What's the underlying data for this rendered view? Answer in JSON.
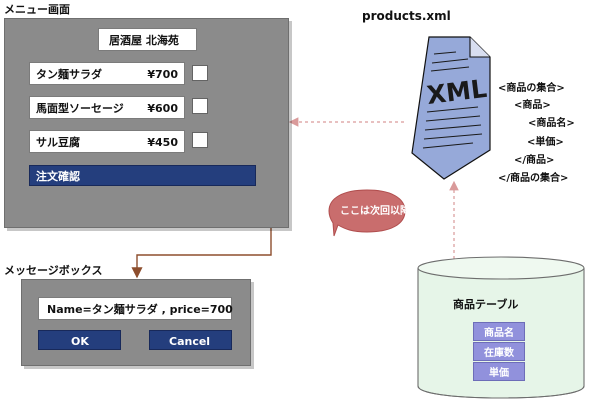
{
  "labels": {
    "menu_screen": "メニュー画面",
    "message_box": "メッセージボックス",
    "xml_file": "products.xml",
    "table_title": "商品テーブル",
    "cloud_note": "ここは次回以降"
  },
  "menu": {
    "shop_name": "居酒屋 北海苑",
    "items": [
      {
        "name": "タン麺サラダ",
        "price": "¥700"
      },
      {
        "name": "馬面型ソーセージ",
        "price": "¥600"
      },
      {
        "name": "サル豆腐",
        "price": "¥450"
      }
    ],
    "order_button": "注文確認"
  },
  "message": {
    "text": "Name=タン麺サラダ , price=700",
    "ok": "OK",
    "cancel": "Cancel"
  },
  "xml": {
    "icon_text": "XML",
    "lines": [
      "<商品の集合>",
      "<商品>",
      "<商品名>",
      "<単価>",
      "</商品>",
      "</商品の集合>"
    ]
  },
  "database": {
    "fields": [
      "商品名",
      "在庫数",
      "単価"
    ]
  },
  "colors": {
    "panel_gray": "#8b8b8b",
    "button_blue": "#243e7d",
    "arrow_pink": "#d99a9a",
    "arrow_brown": "#8d4e2d",
    "cloud_red": "#c96d6d",
    "document_blue": "#96a9d9",
    "database_green": "#e6f5e8",
    "field_purple": "#9191dc"
  }
}
